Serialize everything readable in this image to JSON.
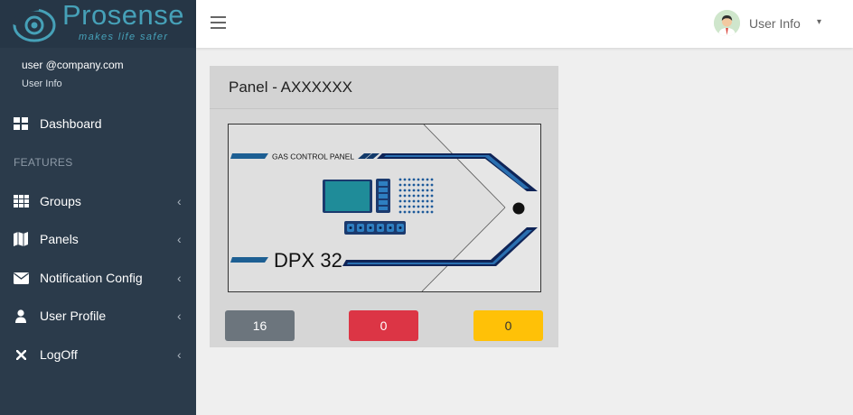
{
  "brand": {
    "name": "Prosense",
    "tagline": "makes life safer",
    "color": "#46a1b8"
  },
  "user": {
    "email": "user @company.com",
    "subtitle": "User Info"
  },
  "sidebar": {
    "section_label": "FEATURES",
    "items": [
      {
        "label": "Dashboard",
        "icon": "dashboard-icon"
      },
      {
        "label": "Groups",
        "icon": "grid-icon"
      },
      {
        "label": "Panels",
        "icon": "map-icon"
      },
      {
        "label": "Notification Config",
        "icon": "envelope-icon"
      },
      {
        "label": "User Profile",
        "icon": "user-icon"
      },
      {
        "label": "LogOff",
        "icon": "close-icon"
      }
    ]
  },
  "topbar": {
    "user_menu_label": "User Info"
  },
  "panel": {
    "title": "Panel - AXXXXXX",
    "image": {
      "header_text": "GAS CONTROL PANEL",
      "model": "DPX 32"
    },
    "counts": [
      {
        "value": "16",
        "color": "#6c757d"
      },
      {
        "value": "0",
        "color": "#dc3545"
      },
      {
        "value": "0",
        "color": "#ffc107"
      }
    ]
  }
}
